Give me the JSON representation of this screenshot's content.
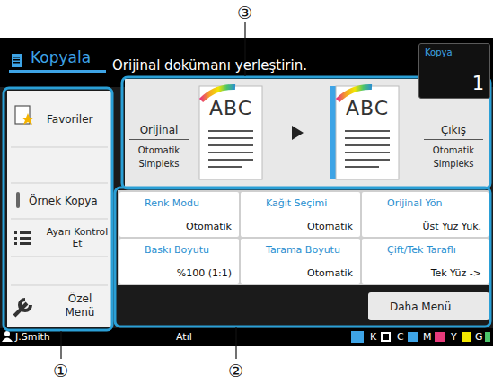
{
  "diagram": {
    "nodes": [
      {
        "text": [
          "Kopyala"
        ]
      },
      {
        "text": [
          "Kopya",
          "1"
        ]
      },
      {
        "text": [
          "Favoriler"
        ]
      },
      {
        "text": [
          "Örnek Kopya"
        ]
      },
      {
        "text": [
          "Ayarı Kontrol Et"
        ]
      },
      {
        "text": [
          "Özel Menü"
        ]
      },
      {
        "text": [
          "Orijinal",
          "Otomatik Simpleks"
        ]
      },
      {
        "text": [
          "ABC"
        ]
      },
      {
        "text": [
          "ABC"
        ]
      },
      {
        "text": [
          "Çıkış",
          "Otomatik Simpleks"
        ]
      },
      {
        "text": [
          "Renk Modu",
          "Otomatik"
        ]
      },
      {
        "text": [
          "Kağıt Seçimi",
          "Otomatik"
        ]
      },
      {
        "text": [
          "Orijinal Yön",
          "Üst Yüz Yuk."
        ]
      },
      {
        "text": [
          "Baskı Boyutu",
          "%100 (1:1)"
        ]
      },
      {
        "text": [
          "Tarama Boyutu",
          "Otomatik"
        ]
      },
      {
        "text": [
          "Çift/Tek Taraflı",
          "Tek Yüz ->"
        ]
      },
      {
        "text": [
          "Daha Menü"
        ]
      }
    ],
    "labels": [
      "Orijinal dokümanı yerleştirin.",
      "J.Smith",
      "Atıl",
      "K",
      "C",
      "M",
      "Y",
      "G",
      "③",
      "①",
      "②"
    ]
  }
}
